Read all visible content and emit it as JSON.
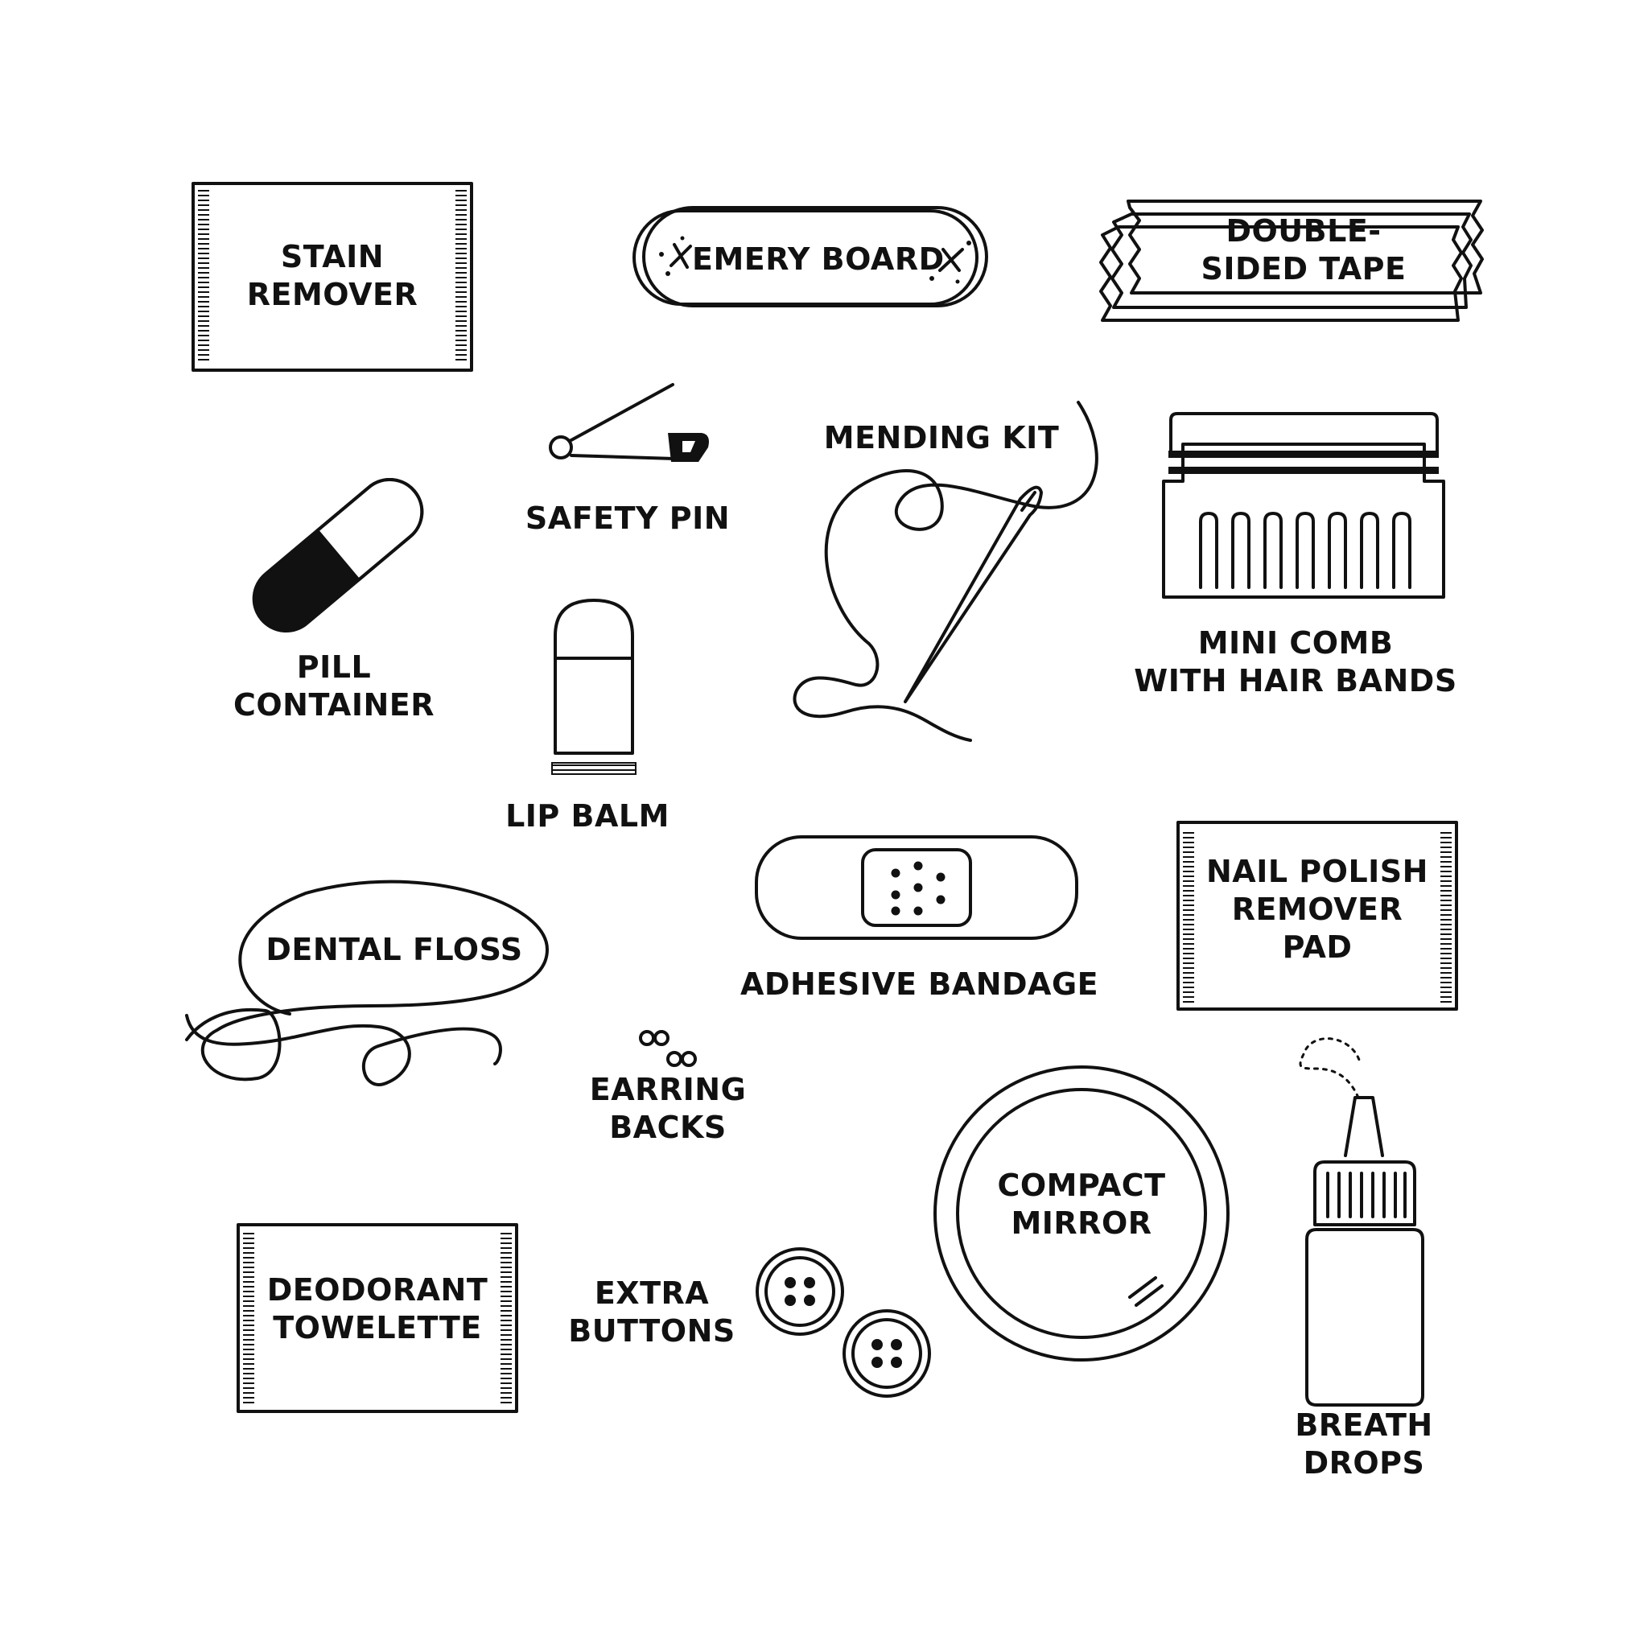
{
  "items": {
    "stain_remover": [
      "STAIN",
      "REMOVER"
    ],
    "emery_board": "EMERY BOARD",
    "double_sided_tape": [
      "DOUBLE-",
      "SIDED TAPE"
    ],
    "safety_pin": "SAFETY PIN",
    "mending_kit": "MENDING KIT",
    "mini_comb": [
      "MINI COMB",
      "WITH HAIR BANDS"
    ],
    "pill_container": [
      "PILL",
      "CONTAINER"
    ],
    "lip_balm": "LIP BALM",
    "dental_floss": "DENTAL FLOSS",
    "adhesive_bandage": "ADHESIVE BANDAGE",
    "nail_polish_remover_pad": [
      "NAIL POLISH",
      "REMOVER",
      "PAD"
    ],
    "earring_backs": [
      "EARRING",
      "BACKS"
    ],
    "compact_mirror": [
      "COMPACT",
      "MIRROR"
    ],
    "breath_drops": [
      "BREATH",
      "DROPS"
    ],
    "deodorant_towelette": [
      "DEODORANT",
      "TOWELETTE"
    ],
    "extra_buttons": [
      "EXTRA",
      "BUTTONS"
    ]
  },
  "colors": {
    "ink": "#111111",
    "background": "#ffffff"
  }
}
